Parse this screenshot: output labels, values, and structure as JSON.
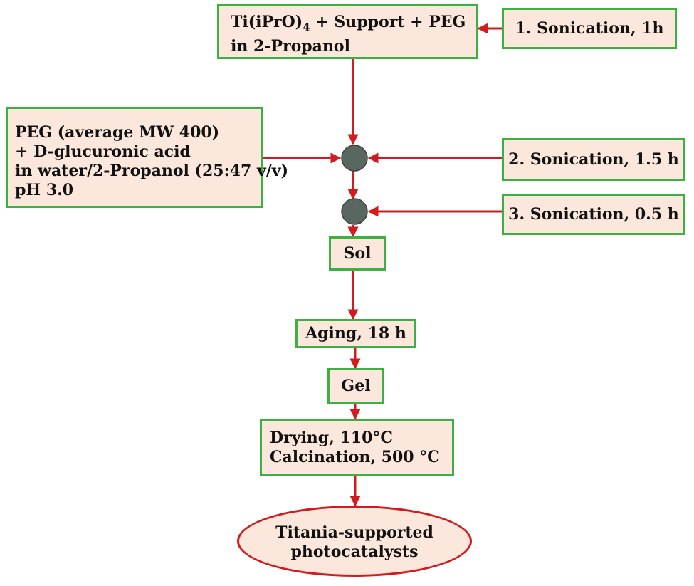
{
  "nodes": {
    "start": {
      "main_pre": "Ti(iPrO)",
      "subscript": "4",
      "main_post": " + Support + PEG",
      "line2": "in 2-Propanol"
    },
    "sonication1": {
      "label": "1. Sonication, 1h"
    },
    "peg_mix": {
      "lines": [
        "PEG (average MW 400)",
        "+ D-glucuronic acid",
        "in water/2-Propanol (25:47 v/v)",
        "pH 3.0"
      ]
    },
    "sonication2": {
      "label": "2. Sonication, 1.5 h"
    },
    "sonication3": {
      "label": "3. Sonication, 0.5 h"
    },
    "sol": {
      "label": "Sol"
    },
    "aging": {
      "label": "Aging, 18 h"
    },
    "gel": {
      "label": "Gel"
    },
    "drying": {
      "lines": [
        "Drying, 110°C",
        "Calcination, 500 °C"
      ]
    },
    "product": {
      "lines": [
        "Titania-supported",
        "photocatalysts"
      ]
    }
  },
  "colors": {
    "box_fill": "#fbe7db",
    "box_border": "#3cb043",
    "arrow": "#d01c1f",
    "junction_fill": "#5a6660",
    "oval_border": "#d01c1f"
  }
}
